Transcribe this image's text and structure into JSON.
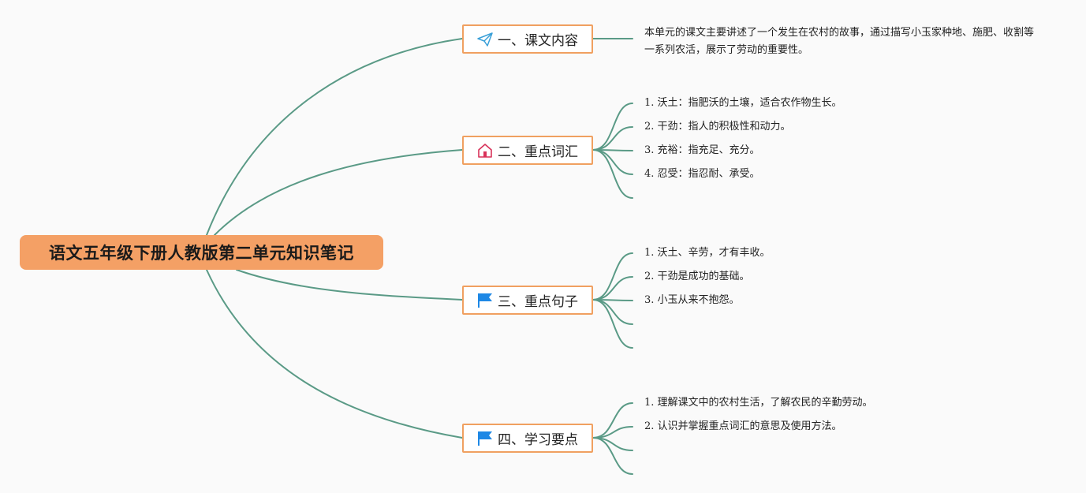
{
  "root": {
    "title": "语文五年级下册人教版第二单元知识笔记"
  },
  "branches": [
    {
      "label": "一、课文内容",
      "icon": "paper-plane-icon",
      "description": "本单元的课文主要讲述了一个发生在农村的故事，通过描写小玉家种地、施肥、收割等一系列农活，展示了劳动的重要性。"
    },
    {
      "label": "二、重点词汇",
      "icon": "home-icon",
      "items": [
        {
          "num": "1.",
          "text": "沃土：指肥沃的土壤，适合农作物生长。"
        },
        {
          "num": "2.",
          "text": "干劲：指人的积极性和动力。"
        },
        {
          "num": "3.",
          "text": "充裕：指充足、充分。"
        },
        {
          "num": "4.",
          "text": "忍受：指忍耐、承受。"
        }
      ]
    },
    {
      "label": "三、重点句子",
      "icon": "flag-icon",
      "items": [
        {
          "num": "1.",
          "text": "沃土、辛劳，才有丰收。"
        },
        {
          "num": "2.",
          "text": "干劲是成功的基础。"
        },
        {
          "num": "3.",
          "text": "小玉从来不抱怨。"
        }
      ]
    },
    {
      "label": "四、学习要点",
      "icon": "flag-icon",
      "items": [
        {
          "num": "1.",
          "text": "理解课文中的农村生活，了解农民的辛勤劳动。"
        },
        {
          "num": "2.",
          "text": "认识并掌握重点词汇的意思及使用方法。"
        }
      ]
    }
  ],
  "colors": {
    "root_fill": "#f4a065",
    "branch_border": "#f0a060",
    "connector": "#5a9a86",
    "plane_icon": "#3aa0d8",
    "home_icon": "#d8335a",
    "flag_icon": "#1e88e5"
  }
}
